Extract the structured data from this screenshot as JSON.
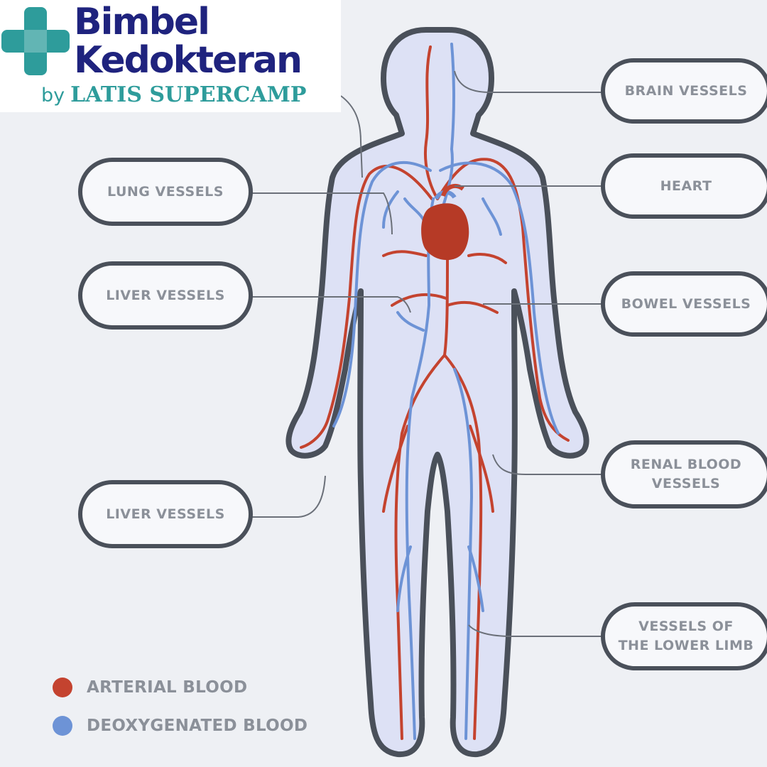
{
  "logo": {
    "line1": "Bimbel",
    "line2": "Kedokteran",
    "by": "by",
    "brand": "LATIS SUPERCAMP",
    "colors": {
      "navy": "#1f237e",
      "teal": "#2e9c9b"
    }
  },
  "labels": {
    "brain_vessels": "BRAIN VESSELS",
    "lung_vessels": "LUNG VESSELS",
    "heart": "HEART",
    "liver_vessels_upper": "LIVER VESSELS",
    "bowel_vessels": "BOWEL VESSELS",
    "renal_line1": "RENAL BLOOD",
    "renal_line2": "VESSELS",
    "liver_vessels_lower": "LIVER VESSELS",
    "lower_limb_line1": "VESSELS OF",
    "lower_limb_line2": "THE LOWER LIMB"
  },
  "legend": {
    "arterial": {
      "label": "ARTERIAL BLOOD",
      "color": "#c4432f"
    },
    "deoxygenated": {
      "label": "DEOXYGENATED BLOOD",
      "color": "#6d93d6"
    }
  },
  "colors": {
    "background": "#eef0f4",
    "body_fill": "#dde1f5",
    "body_outline": "#4a505a",
    "box_border": "#4a505a",
    "label_text": "#8b9099",
    "connector": "#6b7079"
  }
}
